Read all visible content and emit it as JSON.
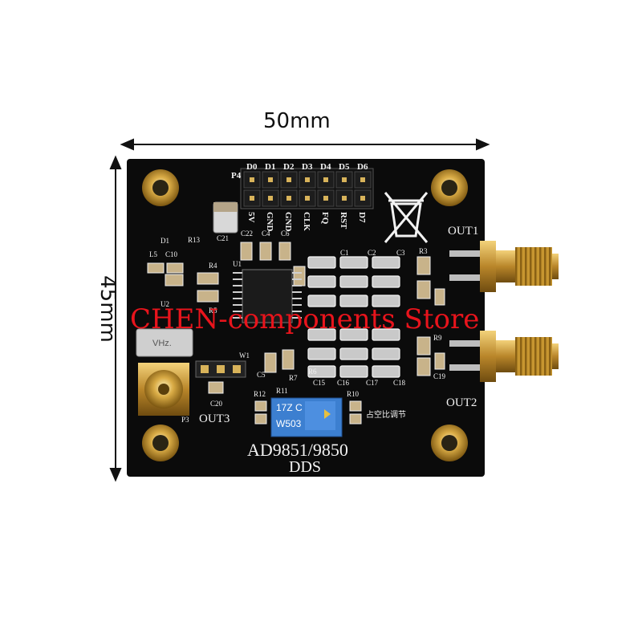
{
  "dimensions": {
    "width": "50mm",
    "height": "45mm"
  },
  "board": {
    "header_name": "P4",
    "top_pins": [
      "D0",
      "D1",
      "D2",
      "D3",
      "D4",
      "D5",
      "D6"
    ],
    "bottom_pins": [
      "5V",
      "GND",
      "GND",
      "CLK",
      "FQ",
      "RST",
      "D7"
    ],
    "out1": "OUT1",
    "out2": "OUT2",
    "out3": "OUT3",
    "title_line1": "AD9851/9850",
    "title_line2": "DDS",
    "duty_label": "占空比调节",
    "oscillator": "VHz.",
    "trimmer": "W503",
    "trimmer_code": "17Z C",
    "parts": {
      "d1": "D1",
      "r13": "R13",
      "l5": "L5",
      "c10": "C10",
      "u2": "U2",
      "c21": "C21",
      "c22": "C22",
      "c4": "C4",
      "c6": "C6",
      "u1": "U1",
      "r4": "R4",
      "r5": "R5",
      "c1": "C1",
      "c2": "C2",
      "c3": "C3",
      "r3": "R3",
      "r9": "R9",
      "c19": "C19",
      "c15": "C15",
      "c16": "C16",
      "c17": "C17",
      "c18": "C18",
      "r6": "R6",
      "r7": "R7",
      "c5": "C5",
      "w1": "W1",
      "c20": "C20",
      "p3": "P3",
      "r12": "R12",
      "r11": "R11",
      "r10": "R10"
    }
  },
  "watermark": "CHEN-components Store",
  "colors": {
    "pcb": "#0b0b0b",
    "silk": "#f2f2f2",
    "gold": "#c9982f",
    "watermark": "#e8141c"
  }
}
